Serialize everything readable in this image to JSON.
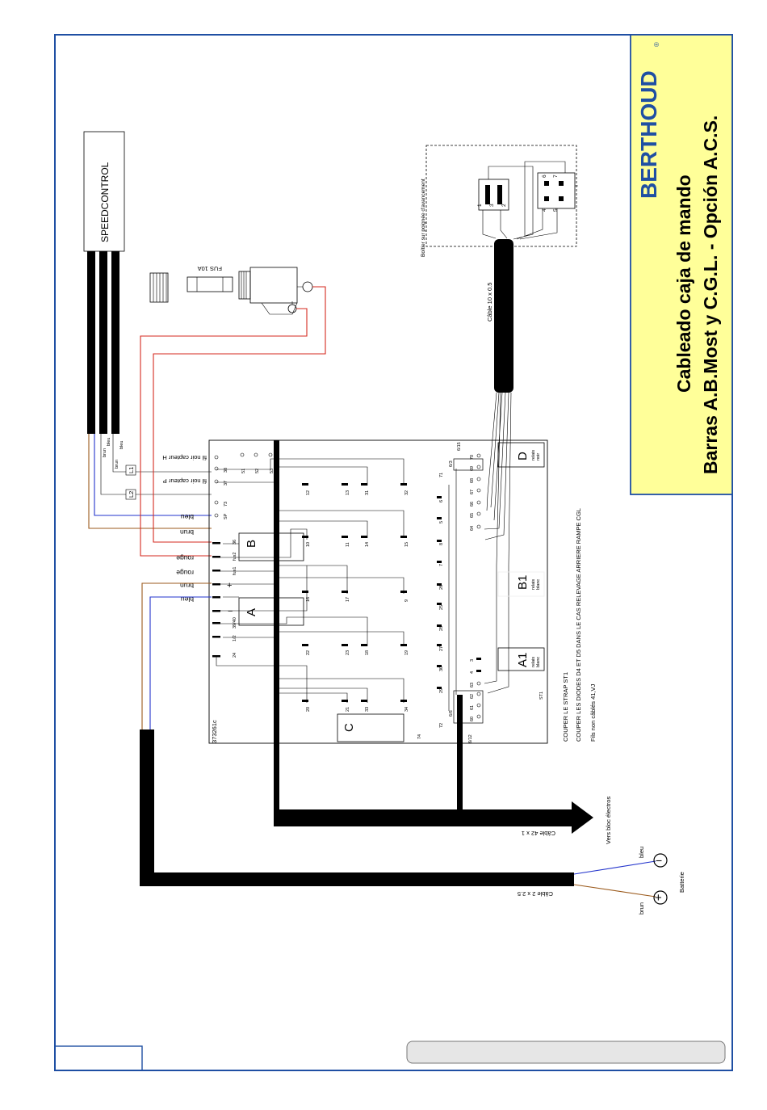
{
  "title": {
    "brand": "BERTHOUD",
    "registered": "®",
    "line1": "Cableado caja de mando",
    "line2": "Barras A.B.Most y C.G.L. - Opción A.C.S."
  },
  "colors": {
    "frame": "#1f4fa3",
    "title_bg": "#ffff99",
    "brand": "#1f4fa3",
    "wire_red": "#d42a1f",
    "wire_brown": "#9b5a1c",
    "wire_blue": "#2233cc"
  },
  "speedcontrol": {
    "label": "SPEEDCONTROL",
    "wire_labels": [
      "brun",
      "bleu",
      "brun",
      "bleu"
    ]
  },
  "fuse": {
    "label": "FUS 10A"
  },
  "handle_box": {
    "label": "Boîtier sur poignée d'avancement",
    "pins": [
      "1",
      "2",
      "3",
      "4",
      "5",
      "6",
      "7"
    ]
  },
  "cables": {
    "c10": "Câble 10 x 0.5",
    "c42": "Câble 42 x 1",
    "c2": "Câble 2 x 2.5",
    "to_electro": "Vers bloc électros"
  },
  "battery": {
    "label": "Batterie",
    "plus_wire": "brun",
    "minus_wire": "bleu",
    "plus": "+",
    "minus": "−"
  },
  "board": {
    "ref": "373261c",
    "blocks": [
      "A",
      "B",
      "C",
      "D",
      "A1",
      "B1"
    ],
    "relay_A1": [
      "relais",
      "blanc"
    ],
    "relay_B1": [
      "relais",
      "blanc"
    ],
    "relay_D": [
      "relais",
      "noir"
    ],
    "strap": "ST1",
    "top_terminals": [
      "24",
      "1/2",
      "39/40",
      "fus1",
      "fus2",
      "36",
      "SP",
      "73",
      "37",
      "38"
    ],
    "top_symbols": [
      "+",
      "−"
    ],
    "plug_labels": [
      "51",
      "52",
      "53"
    ],
    "lower_terminals": [
      "60",
      "61",
      "62",
      "63",
      "4",
      "3",
      "64",
      "65",
      "66",
      "67",
      "68",
      "69",
      "70"
    ],
    "lower_labels": [
      "6/12",
      "6/6",
      "6/3",
      "6/15",
      "71",
      "72",
      "74"
    ],
    "middle_terminals": [
      "29",
      "30",
      "27",
      "28",
      "25",
      "26",
      "7",
      "8",
      "5",
      "6"
    ],
    "rows": [
      [
        "20",
        "22",
        "16",
        "12"
      ],
      [
        "21",
        "23",
        "17",
        "10",
        "11",
        "13"
      ],
      [
        "33",
        "18",
        "14",
        "31"
      ],
      [
        "34",
        "19",
        "9",
        "15",
        "32"
      ]
    ]
  },
  "side_wires": {
    "rouge1": "rouge",
    "rouge2": "rouge",
    "brun1": "brun",
    "bleu1": "bleu",
    "brun2": "brun",
    "bleu2": "bleu",
    "capteur_h": "fil noir capteur H",
    "capteur_p": "fil noir capteur P",
    "l1": "L1",
    "l2": "L2"
  },
  "notes": [
    "COUPER  LE STRAP ST1",
    "COUPER LES DIODES D4 ET D5 DANS LE CAS RELEVAGE ARRIERE RAMPE CGL",
    "Fils non câblés 41,VJ"
  ]
}
